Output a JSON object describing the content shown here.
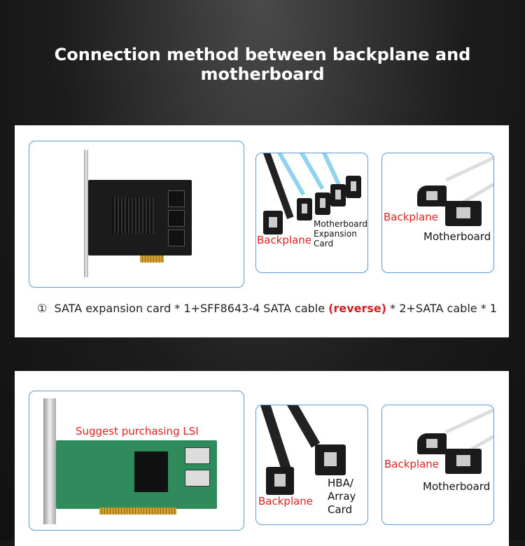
{
  "title": "Connection method between backplane and motherboard",
  "section1": {
    "cable_labels": {
      "backplane": "Backplane",
      "target_line1": "Motherboard/",
      "target_line2": "Expansion",
      "target_line3": "Card"
    },
    "sata_labels": {
      "backplane": "Backplane",
      "motherboard": "Motherboard"
    },
    "caption": {
      "num": "①",
      "part1": "SATA expansion card * 1+SFF8643-4 SATA cable ",
      "highlight": "(reverse)",
      "part2": " * 2+SATA cable * 1"
    }
  },
  "section2": {
    "card_label": "Suggest purchasing LSI",
    "cable_labels": {
      "backplane": "Backplane",
      "target_line1": "HBA/",
      "target_line2": "Array",
      "target_line3": "Card"
    },
    "sata_labels": {
      "backplane": "Backplane",
      "motherboard": "Motherboard"
    }
  },
  "colors": {
    "label_red": "#e02020",
    "box_border": "#5b9bd5",
    "highlight": "#d32020"
  }
}
